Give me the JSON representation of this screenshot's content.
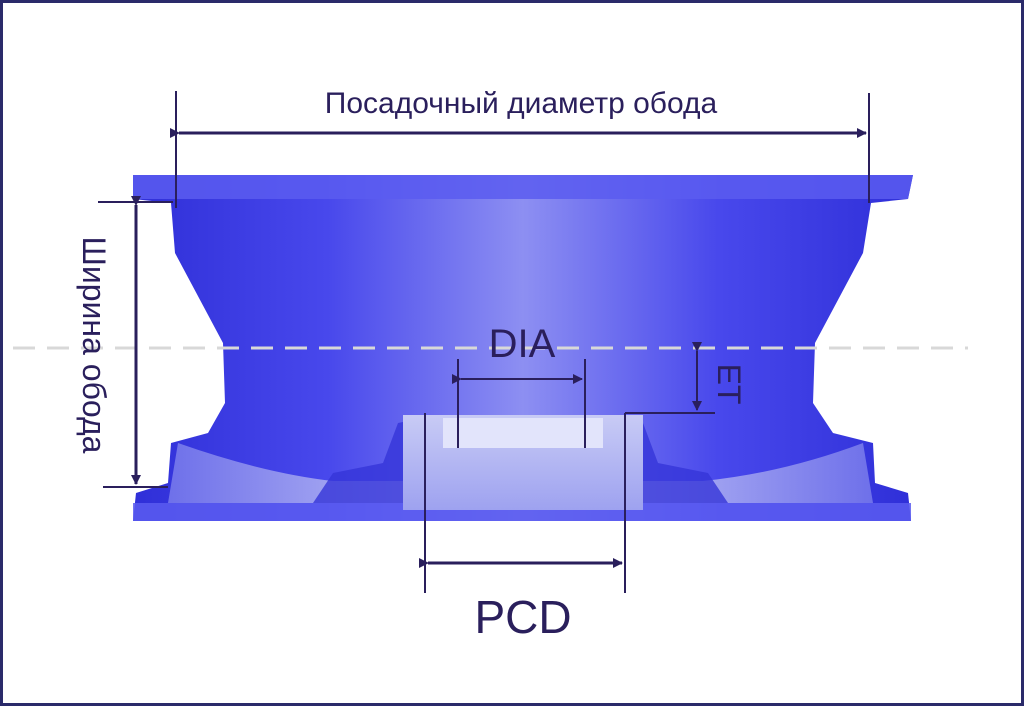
{
  "labels": {
    "rim_diameter": "Посадочный диаметр обода",
    "rim_width": "Ширина обода",
    "dia": "DIA",
    "et": "ET",
    "pcd": "PCD"
  },
  "colors": {
    "rim_blue": "#3a3ae6",
    "rim_light": "#c8cbf5",
    "dimension": "#2a1f5c",
    "centerline": "#d8d8d8",
    "frame": "#2a2a6a"
  }
}
